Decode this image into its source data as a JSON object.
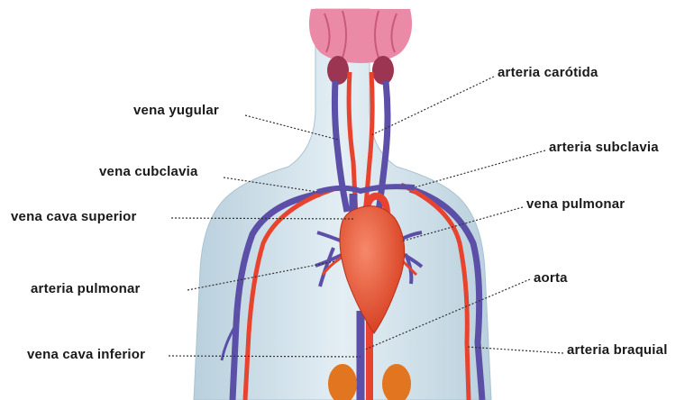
{
  "labels": {
    "vena_yugular": "vena yugular",
    "vena_cubclavia": "vena cubclavia",
    "vena_cava_superior": "vena cava superior",
    "arteria_pulmonar": "arteria pulmonar",
    "vena_cava_inferior": "vena cava inferior",
    "arteria_carotida": "arteria carótida",
    "arteria_subclavia": "arteria subclavia",
    "vena_pulmonar": "vena pulmonar",
    "aorta": "aorta",
    "arteria_braquial": "arteria braquial"
  },
  "colors": {
    "artery": "#e8432e",
    "vein": "#5b4fa8",
    "body": "#cfe0ea",
    "heart": "#e9552f",
    "brain": "#e77b9a",
    "kidney": "#e2751f",
    "leader": "#333333"
  }
}
